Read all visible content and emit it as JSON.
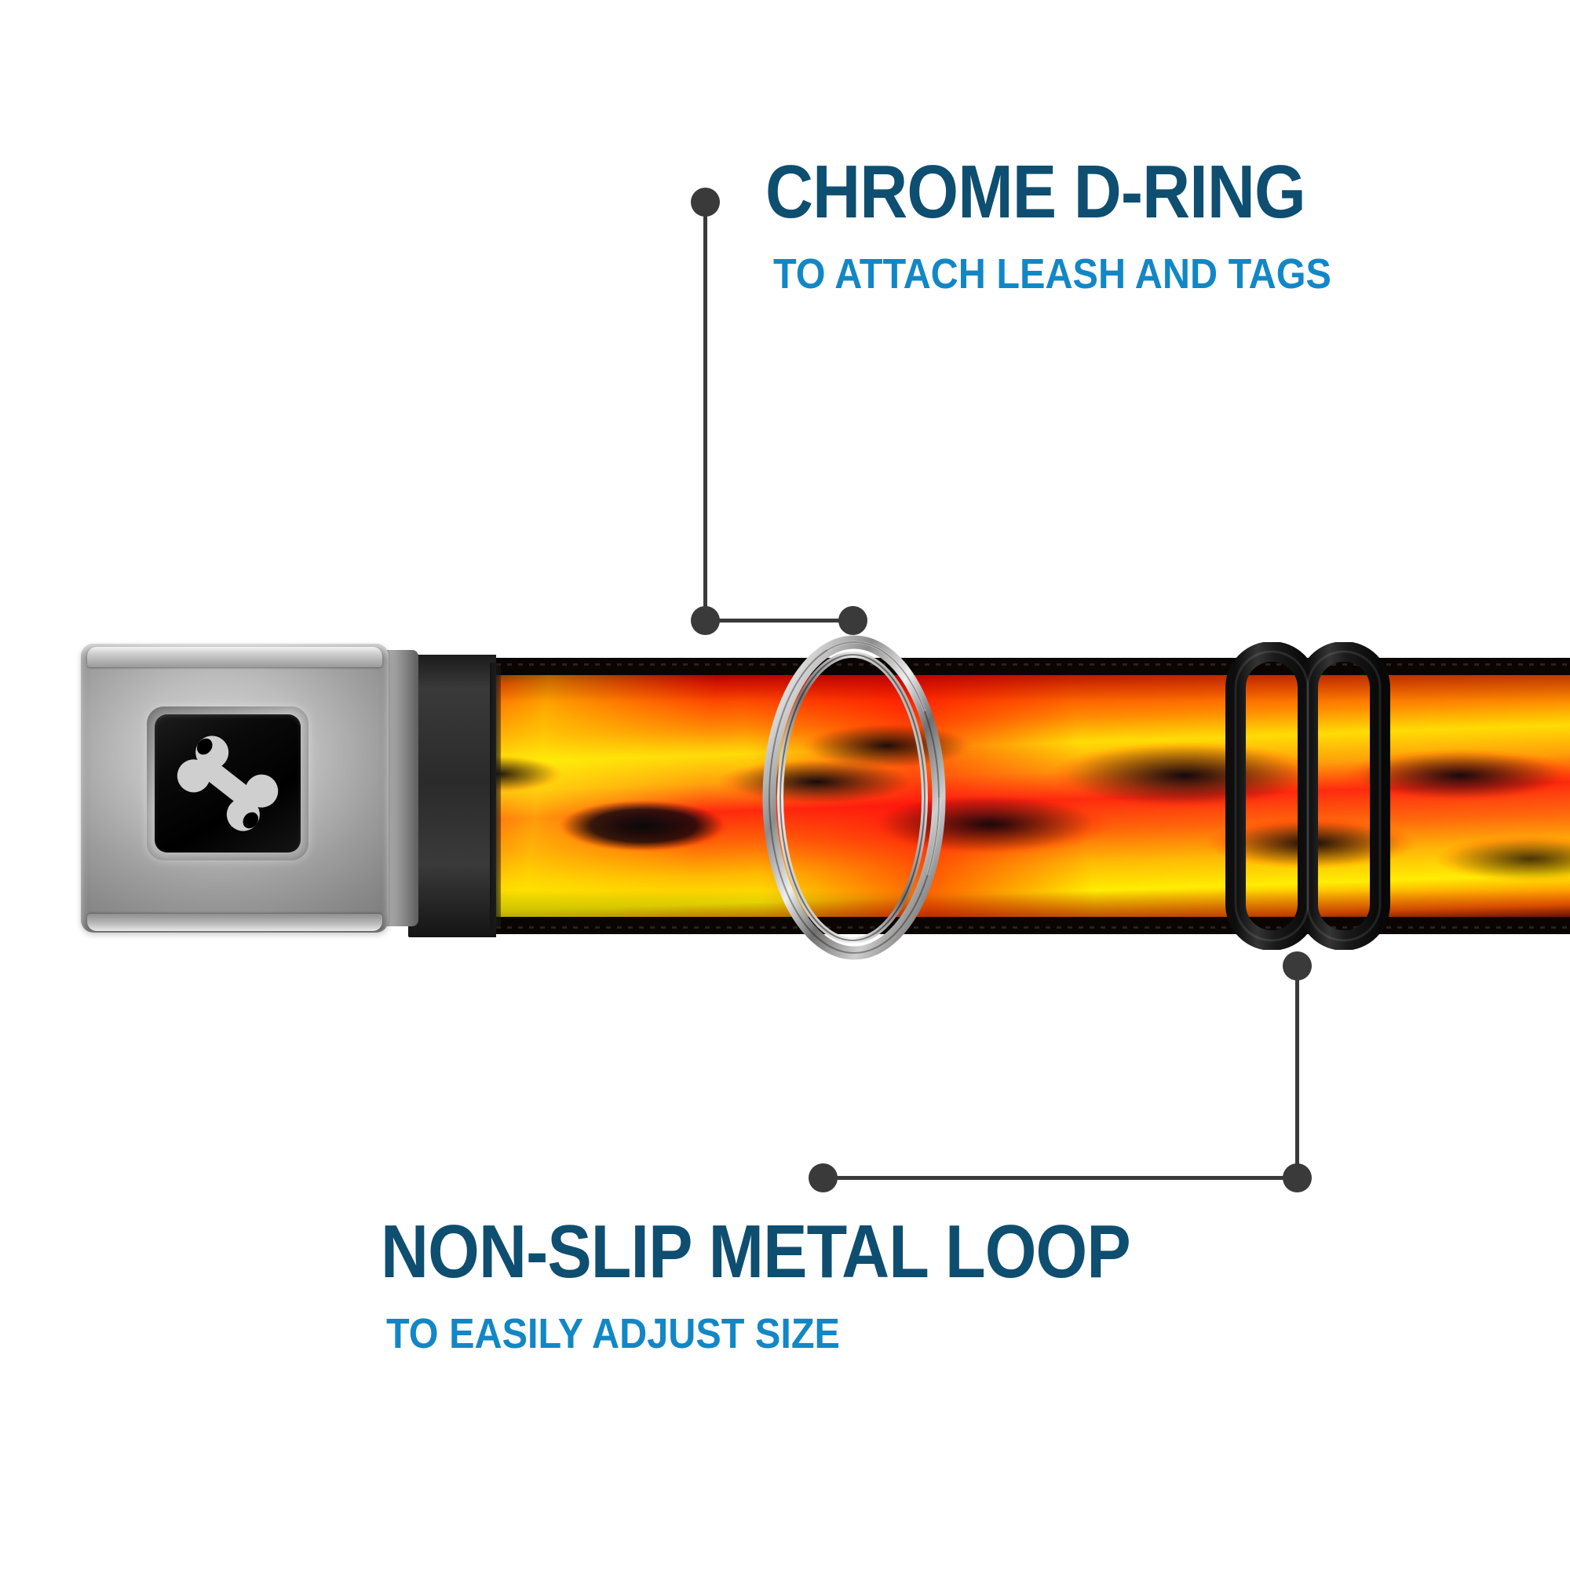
{
  "product": {
    "type": "seatbelt-buckle-dog-collar",
    "strap_pattern": "flames",
    "buckle_emblem": "dog-bone"
  },
  "callouts": [
    {
      "id": "chrome-d-ring",
      "title": "CHROME D-RING",
      "subtitle": "TO ATTACH LEASH AND TAGS",
      "title_color": "#0E4E70",
      "subtitle_color": "#1287C6"
    },
    {
      "id": "non-slip-metal-loop",
      "title": "NON-SLIP METAL LOOP",
      "subtitle": "TO EASILY ADJUST SIZE",
      "title_color": "#0E4E70",
      "subtitle_color": "#1287C6"
    }
  ],
  "colors": {
    "background": "#FFFFFF",
    "leader": "#3A3A3A",
    "heading_dark_blue": "#0E4E70",
    "subheading_blue": "#1287C6",
    "chrome_light": "#D8D8D8",
    "chrome_mid": "#9D9D9D",
    "chrome_dark": "#7C7C7C",
    "plate_black": "#000000",
    "bone_gray": "#CFCFCF",
    "slider_black": "#161616",
    "flame_yellow": "#FFE23A",
    "flame_orange": "#FF8C00",
    "flame_red": "#E83000",
    "flame_black": "#0C0200"
  },
  "icons": {
    "bone": "dog-bone-icon",
    "d_ring": "chrome-d-ring-icon",
    "slider": "metal-loop-icon",
    "buckle": "seatbelt-buckle-icon"
  }
}
